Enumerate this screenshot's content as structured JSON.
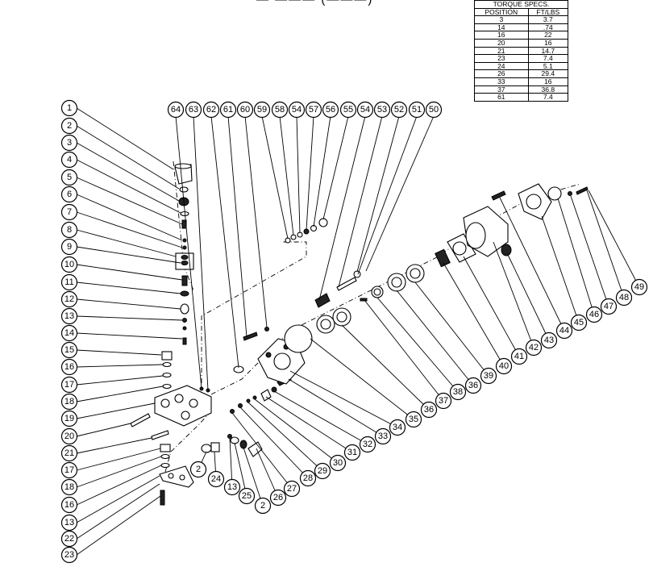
{
  "title_fragment": "— ——— (———)",
  "torque_table": {
    "title": "TORQUE SPECS.",
    "headers": [
      "POSITION",
      "FT/LBS"
    ],
    "rows": [
      [
        "3",
        "3.7"
      ],
      [
        "14",
        ".74"
      ],
      [
        "16",
        "22"
      ],
      [
        "20",
        "16"
      ],
      [
        "21",
        "14.7"
      ],
      [
        "23",
        "7.4"
      ],
      [
        "24",
        "5.1"
      ],
      [
        "26",
        "29.4"
      ],
      [
        "33",
        "16"
      ],
      [
        "37",
        "36.8"
      ],
      [
        "61",
        "7.4"
      ]
    ]
  },
  "callouts_left": [
    "1",
    "2",
    "3",
    "4",
    "5",
    "6",
    "7",
    "8",
    "9",
    "10",
    "11",
    "12",
    "13",
    "14",
    "15",
    "16",
    "17",
    "18",
    "19",
    "20",
    "21",
    "17",
    "18",
    "16",
    "13",
    "22",
    "23"
  ],
  "callouts_top": [
    "64",
    "63",
    "62",
    "61",
    "60",
    "59",
    "58",
    "54",
    "57",
    "56",
    "55",
    "54",
    "53",
    "52",
    "51",
    "50"
  ],
  "callouts_bottom": [
    "2",
    "24",
    "13",
    "25",
    "2",
    "26",
    "27",
    "28",
    "29",
    "30",
    "31",
    "32",
    "33",
    "34",
    "35",
    "36",
    "37",
    "38",
    "36",
    "39",
    "40",
    "41",
    "42",
    "43",
    "44",
    "45",
    "46",
    "47",
    "48",
    "49"
  ]
}
